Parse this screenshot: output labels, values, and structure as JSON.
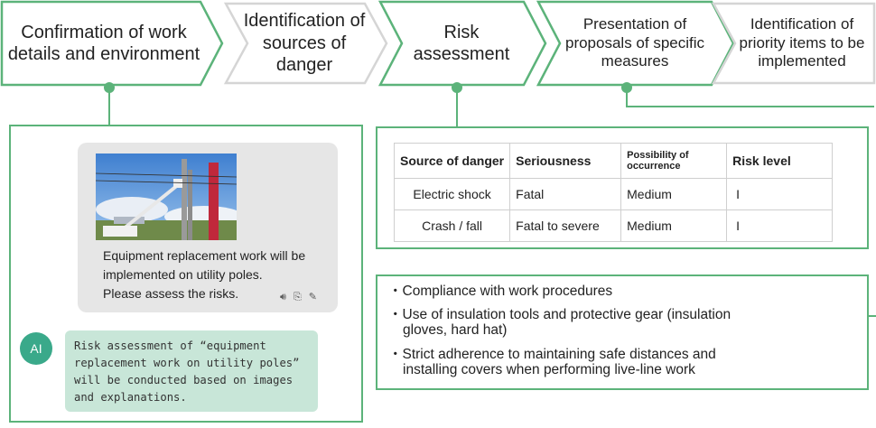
{
  "flow_steps": [
    {
      "label": "Confirmation of work details and environment"
    },
    {
      "label": "Identification of sources of danger"
    },
    {
      "label": "Risk assessment"
    },
    {
      "label": "Presentation of proposals of specific measures"
    },
    {
      "label": "Identification of priority items to be implemented"
    }
  ],
  "chat": {
    "user_message_lines": [
      "Equipment replacement work will be",
      "implemented on utility poles.",
      "Please assess the risks."
    ],
    "ai_badge": "AI",
    "ai_message_lines": [
      "Risk assessment of “equipment",
      "replacement work on utility poles”",
      "will be conducted based on images",
      "and explanations."
    ],
    "icons": [
      "speaker-icon",
      "copy-icon",
      "edit-icon"
    ]
  },
  "risk_table": {
    "headers": [
      "Source of danger",
      "Seriousness",
      "Possibility of occurrence",
      "Risk level"
    ],
    "rows": [
      [
        "Electric shock",
        "Fatal",
        "Medium",
        "I"
      ],
      [
        "Crash / fall",
        "Fatal to severe",
        "Medium",
        "I"
      ]
    ]
  },
  "measures": [
    "・Compliance with work procedures",
    "・Use of insulation tools and protective gear (insulation",
    "gloves, hard hat)",
    "・Strict adherence to maintaining safe distances and",
    "installing covers when performing live-line work"
  ],
  "colors": {
    "accent": "#5cb37a",
    "arrow_grey": "#d9d9d9",
    "ai_bubble": "#c8e6d8",
    "ai_badge": "#3aa98a"
  }
}
